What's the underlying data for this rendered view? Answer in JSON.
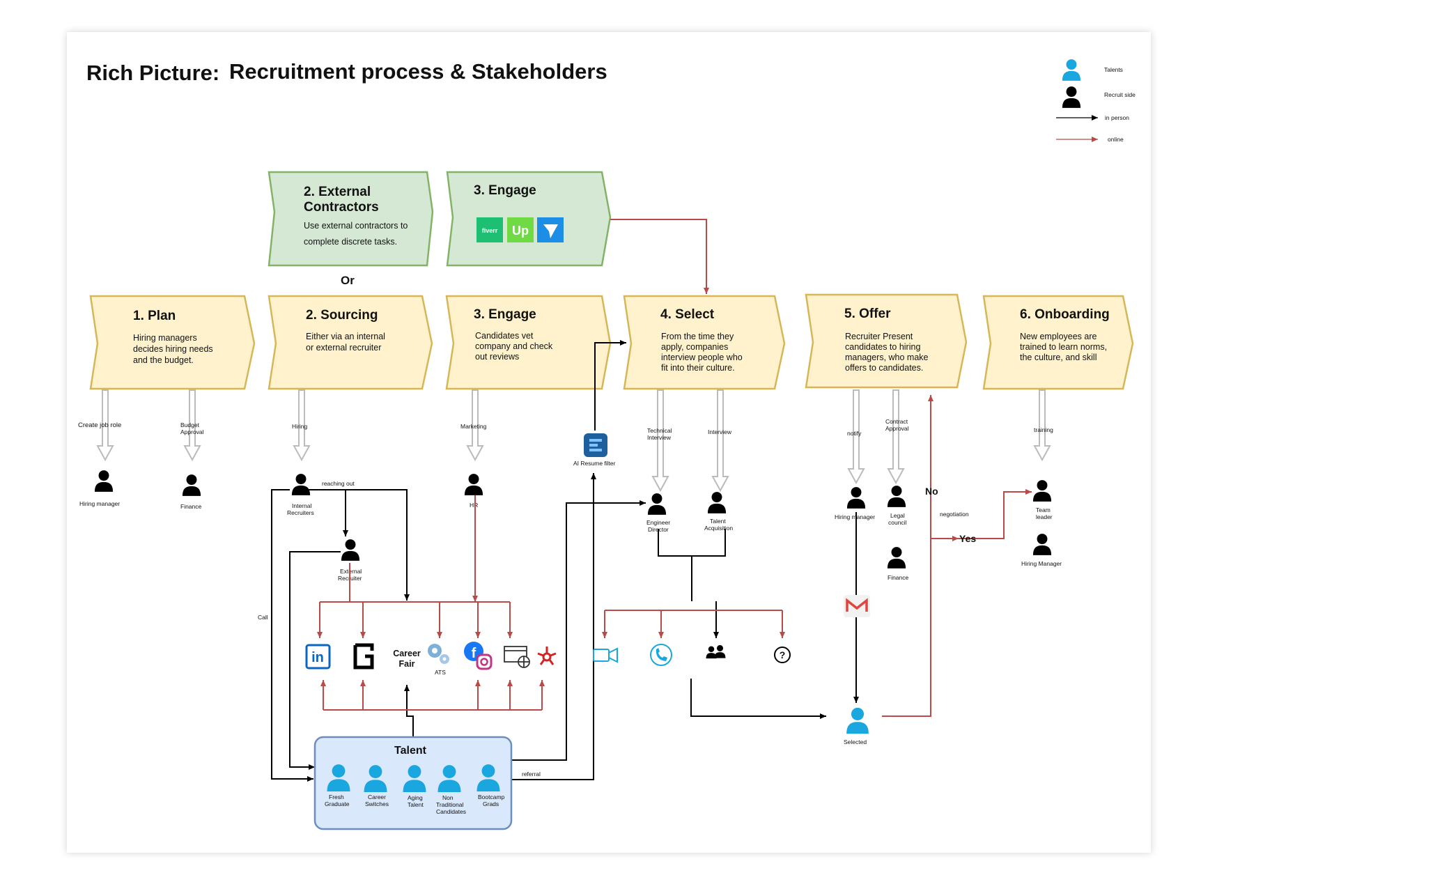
{
  "title": {
    "part1": "Rich Picture:",
    "part2": "Recruitment process & Stakeholders"
  },
  "legend": {
    "talents": "Talents",
    "recruit_side": "Recruit side",
    "in_person": "in person",
    "online": "online"
  },
  "colors": {
    "black": "#000000",
    "online": "#b94a48",
    "talent_blue": "#1aa7df",
    "stage_fill": "#fff2cc",
    "stage_stroke": "#d6b656",
    "alt_fill": "#d5e8d4",
    "alt_stroke": "#82b366",
    "talent_fill": "#dae8fc",
    "talent_stroke": "#6c8ebf"
  },
  "stages": {
    "plan": {
      "title": "1. Plan",
      "l1": "Hiring managers",
      "l2": "decides hiring needs",
      "l3": "and the budget."
    },
    "sourcing": {
      "title": "2. Sourcing",
      "l1": "Either via an internal",
      "l2": "or external recruiter"
    },
    "engage": {
      "title": "3. Engage",
      "l1": "Candidates vet",
      "l2": "company and check",
      "l3": "out reviews"
    },
    "select": {
      "title": "4. Select",
      "l1": "From the time they",
      "l2": "apply, companies",
      "l3": "interview people who",
      "l4": "fit into their culture."
    },
    "offer": {
      "title": "5. Offer",
      "l1": "Recruiter Present",
      "l2": "candidates to hiring",
      "l3": "managers, who make",
      "l4": "offers to candidates."
    },
    "onboarding": {
      "title": "6. Onboarding",
      "l1": "New employees are",
      "l2": "trained to learn norms,",
      "l3": "the culture, and skill"
    }
  },
  "alt": {
    "contractors": {
      "title1": "2. External",
      "title2": "Contractors",
      "l1": "Use external contractors to",
      "l2": "complete discrete tasks."
    },
    "engage": {
      "title": "3. Engage"
    },
    "or": "Or",
    "platforms": {
      "fiverr": "fiverr",
      "upwork": "Up"
    }
  },
  "labels": {
    "create_job_role": "Create job role",
    "budget1": "Budget",
    "budget2": "Approval",
    "hiring": "Hiring",
    "marketing": "Marketing",
    "tech1": "Technical",
    "tech2": "Interview",
    "interview": "Interview",
    "notify": "notify",
    "contract1": "Contract",
    "contract2": "Approval",
    "training": "training",
    "reaching_out": "reaching out",
    "call": "Call",
    "referral": "referral",
    "negotiation": "negotiation",
    "no": "No",
    "yes": "Yes"
  },
  "people": {
    "hiring_manager": "Hiring manager",
    "finance": "Finance",
    "internal1": "Internal",
    "internal2": "Recruiters",
    "external1": "External",
    "external2": "Recruiter",
    "hr": "HR",
    "eng1": "Engineer",
    "eng2": "Director",
    "ta1": "Talent",
    "ta2": "Acquisition",
    "offer_hm": "Hiring manager",
    "legal1": "Legal",
    "legal2": "council",
    "finance2": "Finance",
    "team1": "Team",
    "team2": "leader",
    "onb_hm": "Hiring Manager",
    "selected": "Selected"
  },
  "ai_filter": "AI Resume filter",
  "channels": {
    "linkedin": "in",
    "career1": "Career",
    "career2": "Fair",
    "ats": "ATS"
  },
  "talent": {
    "title": "Talent",
    "fresh1": "Fresh",
    "fresh2": "Graduate",
    "career1": "Career",
    "career2": "Switches",
    "aging1": "Aging",
    "aging2": "Talent",
    "non1": "Non",
    "non2": "Traditional",
    "non3": "Candidates",
    "boot1": "Bootcamp",
    "boot2": "Grads"
  },
  "icons": [
    "person-icon",
    "linkedin-icon",
    "glassdoor-icon",
    "gear-icon",
    "facebook-icon",
    "instagram-icon",
    "website-icon",
    "yelp-icon",
    "video-icon",
    "phone-icon",
    "group-icon",
    "question-icon",
    "gmail-icon",
    "fiverr-icon",
    "upwork-icon",
    "freelancer-icon",
    "ai-filter-icon"
  ]
}
